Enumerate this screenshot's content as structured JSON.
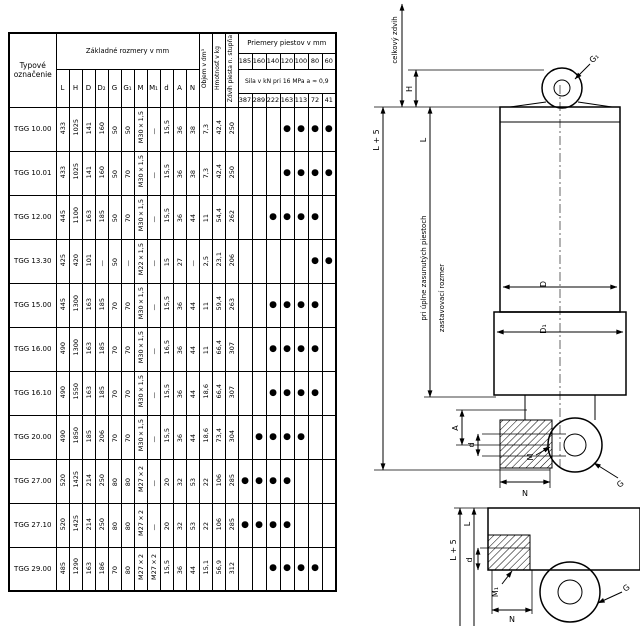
{
  "table": {
    "header": {
      "typ": "Typové označenie",
      "zakladne": "Základné rozmery v mm",
      "objem": "Objem v dm³",
      "hmotnost": "Hmotnosť v kg",
      "zdvih": "Zdvih piesta n. stupňa",
      "priemery": "Priemery piestov v mm",
      "sila": "Sila v kN pri 16 MPa a ≈ 0,9",
      "letters": [
        "L",
        "H",
        "D",
        "D₂",
        "G",
        "G₁",
        "M",
        "M₁",
        "d",
        "A",
        "N"
      ],
      "diameters": [
        "185",
        "160",
        "140",
        "120",
        "100",
        "80",
        "60"
      ],
      "forces": [
        "387",
        "289",
        "222",
        "163",
        "113",
        "72",
        "41"
      ]
    },
    "dot_symbol": "●",
    "rows": [
      {
        "typ": "TGG 10.00",
        "vals": [
          "433",
          "1025",
          "141",
          "160",
          "50",
          "50",
          "M30×1,5",
          "—",
          "15,5",
          "36",
          "38",
          "7,3",
          "42,4",
          "250"
        ],
        "dots": [
          0,
          0,
          0,
          1,
          1,
          1,
          1
        ]
      },
      {
        "typ": "TGG 10.01",
        "vals": [
          "433",
          "1025",
          "141",
          "160",
          "50",
          "70",
          "M30×1,5",
          "—",
          "15,5",
          "36",
          "38",
          "7,3",
          "42,4",
          "250"
        ],
        "dots": [
          0,
          0,
          0,
          1,
          1,
          1,
          1
        ]
      },
      {
        "typ": "TGG 12.00",
        "vals": [
          "445",
          "1100",
          "163",
          "185",
          "50",
          "70",
          "M30×1,5",
          "—",
          "15,5",
          "36",
          "44",
          "11",
          "54,4",
          "262"
        ],
        "dots": [
          0,
          0,
          1,
          1,
          1,
          1,
          0
        ]
      },
      {
        "typ": "TGG 13.30",
        "vals": [
          "425",
          "420",
          "101",
          "—",
          "50",
          "—",
          "M22×1,5",
          "—",
          "15",
          "27",
          "—",
          "2,5",
          "23,1",
          "206"
        ],
        "dots": [
          0,
          0,
          0,
          0,
          0,
          1,
          1
        ]
      },
      {
        "typ": "TGG 15.00",
        "vals": [
          "445",
          "1300",
          "163",
          "185",
          "70",
          "70",
          "M30×1,5",
          "—",
          "15,5",
          "36",
          "44",
          "11",
          "59,4",
          "263"
        ],
        "dots": [
          0,
          0,
          1,
          1,
          1,
          1,
          0
        ]
      },
      {
        "typ": "TGG 16.00",
        "vals": [
          "490",
          "1300",
          "163",
          "185",
          "70",
          "70",
          "M30×1,5",
          "—",
          "16,5",
          "36",
          "44",
          "11",
          "66,4",
          "307"
        ],
        "dots": [
          0,
          0,
          1,
          1,
          1,
          1,
          0
        ]
      },
      {
        "typ": "TGG 16.10",
        "vals": [
          "490",
          "1550",
          "163",
          "185",
          "70",
          "70",
          "M30×1,5",
          "—",
          "15,5",
          "36",
          "44",
          "18,6",
          "66,4",
          "307"
        ],
        "dots": [
          0,
          0,
          1,
          1,
          1,
          1,
          0
        ]
      },
      {
        "typ": "TGG 20.00",
        "vals": [
          "490",
          "1850",
          "185",
          "206",
          "70",
          "70",
          "M30×1,5",
          "—",
          "15,5",
          "36",
          "44",
          "18,6",
          "73,4",
          "304"
        ],
        "dots": [
          0,
          1,
          1,
          1,
          1,
          0,
          0
        ]
      },
      {
        "typ": "TGG 27.00",
        "vals": [
          "520",
          "1425",
          "214",
          "250",
          "80",
          "80",
          "M27×2",
          "—",
          "20",
          "32",
          "53",
          "22",
          "106",
          "285"
        ],
        "dots": [
          1,
          1,
          1,
          1,
          0,
          0,
          0
        ]
      },
      {
        "typ": "TGG 27.10",
        "vals": [
          "520",
          "1425",
          "214",
          "250",
          "80",
          "80",
          "M27×2",
          "—",
          "20",
          "32",
          "53",
          "22",
          "106",
          "285"
        ],
        "dots": [
          1,
          1,
          1,
          1,
          0,
          0,
          0
        ]
      },
      {
        "typ": "TGG 29.00",
        "vals": [
          "485",
          "1290",
          "163",
          "186",
          "70",
          "80",
          "M27×2",
          "M27×2",
          "15,5",
          "36",
          "44",
          "15,1",
          "56,9",
          "312"
        ],
        "dots": [
          0,
          0,
          1,
          1,
          1,
          1,
          0
        ]
      }
    ]
  },
  "drawing": {
    "labels": {
      "l5": "L + 5",
      "celkovy_zdvih": "celkový zdvih",
      "h": "H",
      "l": "L",
      "pri_uplne": "pri úplne zasunutých piestoch",
      "zastavovaci": "zastavovací rozmer",
      "g1": "G₁",
      "d_big": "D",
      "d1_big": "D₁",
      "a": "A",
      "d_small": "d",
      "m": "M",
      "n": "N",
      "g": "G",
      "m1": "M₁"
    }
  }
}
